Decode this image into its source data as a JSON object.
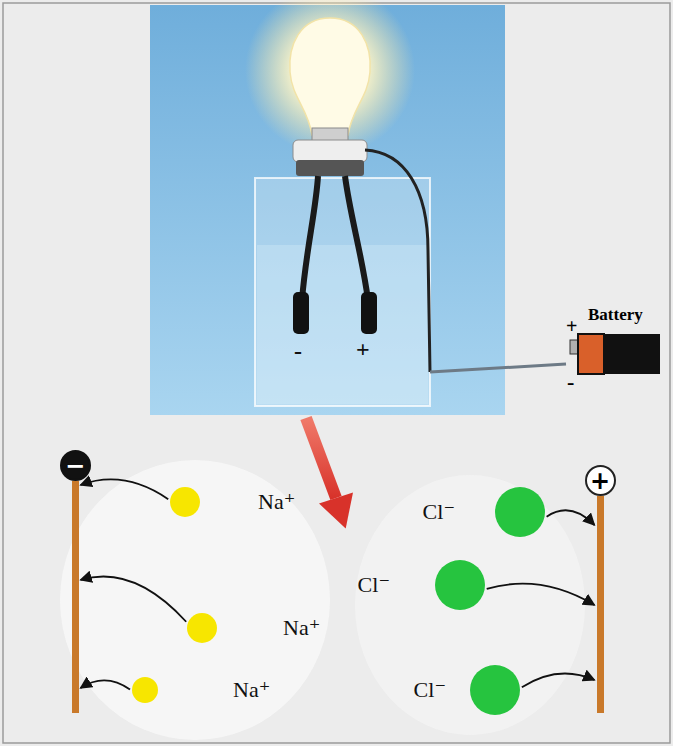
{
  "diagram": {
    "nodes": [
      {
        "text": [
          "−"
        ]
      },
      {
        "text": [
          "+"
        ]
      },
      {
        "text": [
          "Na⁺"
        ]
      },
      {
        "text": [
          "Cl⁻"
        ]
      },
      {
        "text": [
          "Cl⁻"
        ]
      },
      {
        "text": [
          "Na⁺"
        ]
      },
      {
        "text": [
          "Na⁺"
        ]
      },
      {
        "text": [
          "Cl⁻"
        ]
      }
    ],
    "edges": [
      {
        "from": 2,
        "to": 0,
        "arrow": "to"
      },
      {
        "from": 3,
        "to": 1,
        "arrow": "to"
      },
      {
        "from": 4,
        "to": 1,
        "arrow": "to"
      },
      {
        "from": 5,
        "to": 0,
        "arrow": "to"
      },
      {
        "from": 6,
        "to": 0,
        "arrow": "to"
      },
      {
        "from": 7,
        "to": 1,
        "arrow": "to"
      }
    ],
    "labels": [
      "-",
      "+",
      "Battery",
      "+",
      "-"
    ]
  }
}
